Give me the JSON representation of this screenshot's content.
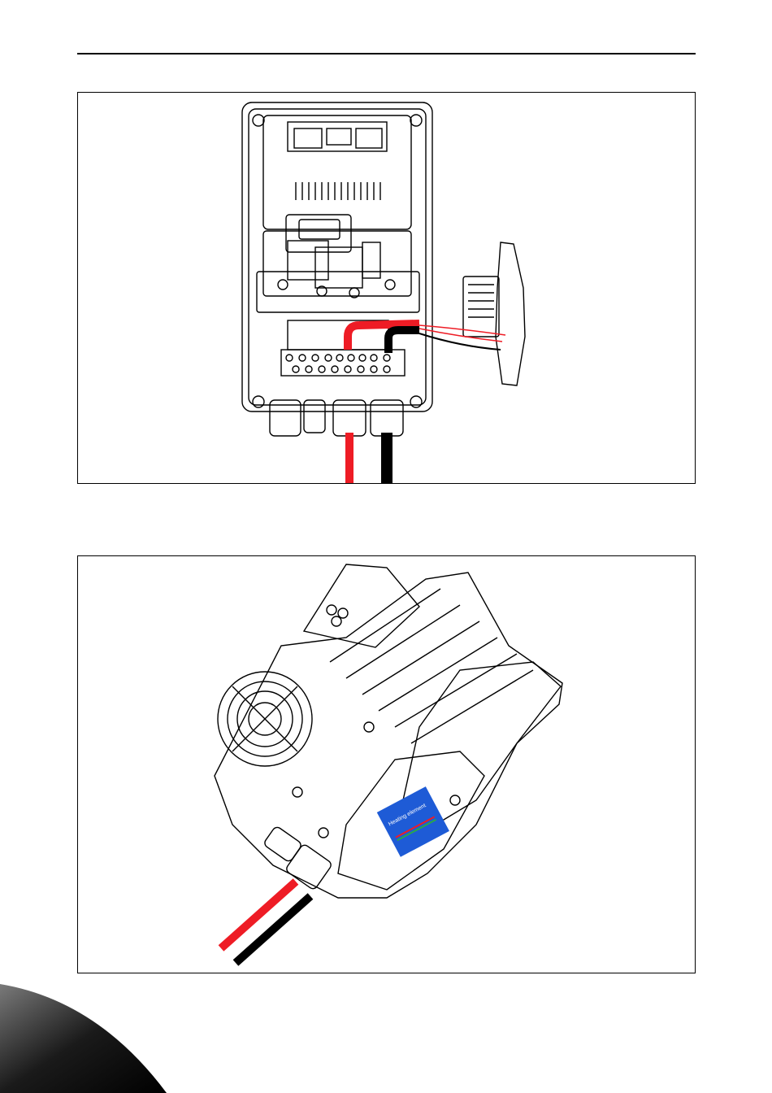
{
  "page": {
    "header_rule": true
  },
  "figure_1": {
    "description_icon": "drive-open-enclosure-with-heating-element-wiring",
    "cable_colors": {
      "red": "#ee1c25",
      "black": "#000000"
    }
  },
  "figure_2": {
    "description_icon": "drive-side-view-with-heating-element",
    "label_text": "Heating element",
    "label_color": "#1e5bd6",
    "cable_colors": {
      "red": "#ee1c25",
      "black": "#000000"
    }
  },
  "colors": {
    "line": "#000000",
    "accent_red": "#ee1c25",
    "label_blue": "#1e5bd6"
  }
}
